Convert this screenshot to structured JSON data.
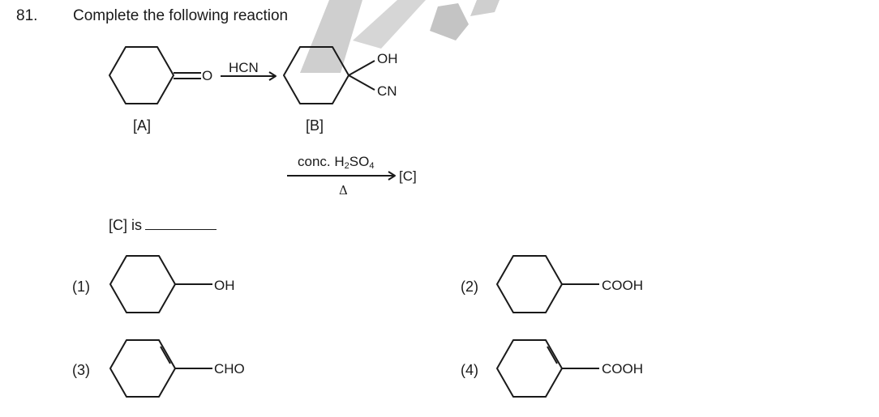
{
  "question": {
    "number": "81.",
    "prompt": "Complete the following reaction"
  },
  "reaction": {
    "compound_a_label": "[A]",
    "compound_a_oxygen": "O",
    "reagent_1": "HCN",
    "compound_b_label": "[B]",
    "compound_b_group_top": "OH",
    "compound_b_group_bottom": "CN",
    "reagent_2_prefix": "conc. H",
    "reagent_2_sub1": "2",
    "reagent_2_mid": "SO",
    "reagent_2_sub2": "4",
    "reagent_2_condition": "Δ",
    "product_label": "[C]"
  },
  "prompt_c": "[C] is",
  "options": [
    {
      "number": "(1)",
      "group": "OH",
      "ring": "cyclohexane"
    },
    {
      "number": "(2)",
      "group": "COOH",
      "ring": "cyclohexane"
    },
    {
      "number": "(3)",
      "group": "CHO",
      "ring": "cyclohexene"
    },
    {
      "number": "(4)",
      "group": "COOH",
      "ring": "cyclohexene"
    }
  ],
  "colors": {
    "ink": "#1a1a1a",
    "watermark": "#bdbdbd"
  }
}
